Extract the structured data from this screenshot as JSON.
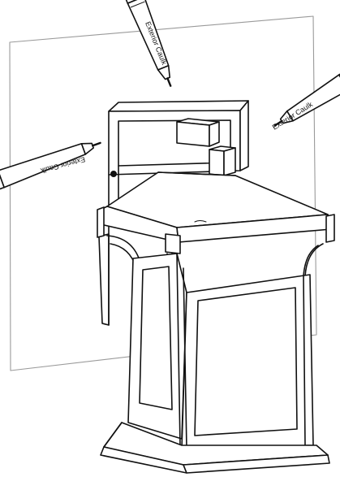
{
  "labels": {
    "caulk_top": "Exterior Caulk",
    "caulk_right": "Exterior Caulk",
    "caulk_left": "Exterior Caulk"
  },
  "colors": {
    "line": "#111111",
    "wall": "#9a9a9a",
    "background": "#ffffff"
  }
}
